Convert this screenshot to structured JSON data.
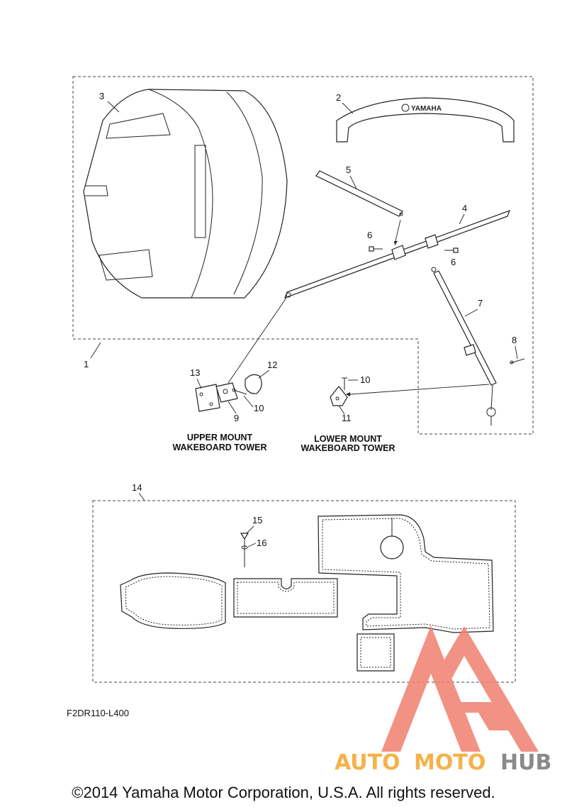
{
  "callouts": {
    "c1": "1",
    "c2": "2",
    "c3": "3",
    "c4": "4",
    "c5": "5",
    "c6a": "6",
    "c6b": "6",
    "c7": "7",
    "c8": "8",
    "c9": "9",
    "c10a": "10",
    "c10b": "10",
    "c11": "11",
    "c12": "12",
    "c13": "13",
    "c14": "14",
    "c15": "15",
    "c16": "16"
  },
  "captions": {
    "upper_line1": "UPPER  MOUNT",
    "upper_line2": "WAKEBOARD TOWER",
    "lower_line1": "LOWER  MOUNT",
    "lower_line2": "WAKEBOARD TOWER"
  },
  "bar_brand": "YAMAHA",
  "diagram_code": "F2DR110-L400",
  "copyright": "©2014 Yamaha Motor Corporation, U.S.A. All rights reserved.",
  "watermark": {
    "text_part1": "AUTO",
    "text_part2": "MOTO",
    "text_part3": "HUB",
    "color_primary": "#f07f6f",
    "color_secondary": "#f6b24a",
    "color_tertiary": "#8a8a8a"
  }
}
